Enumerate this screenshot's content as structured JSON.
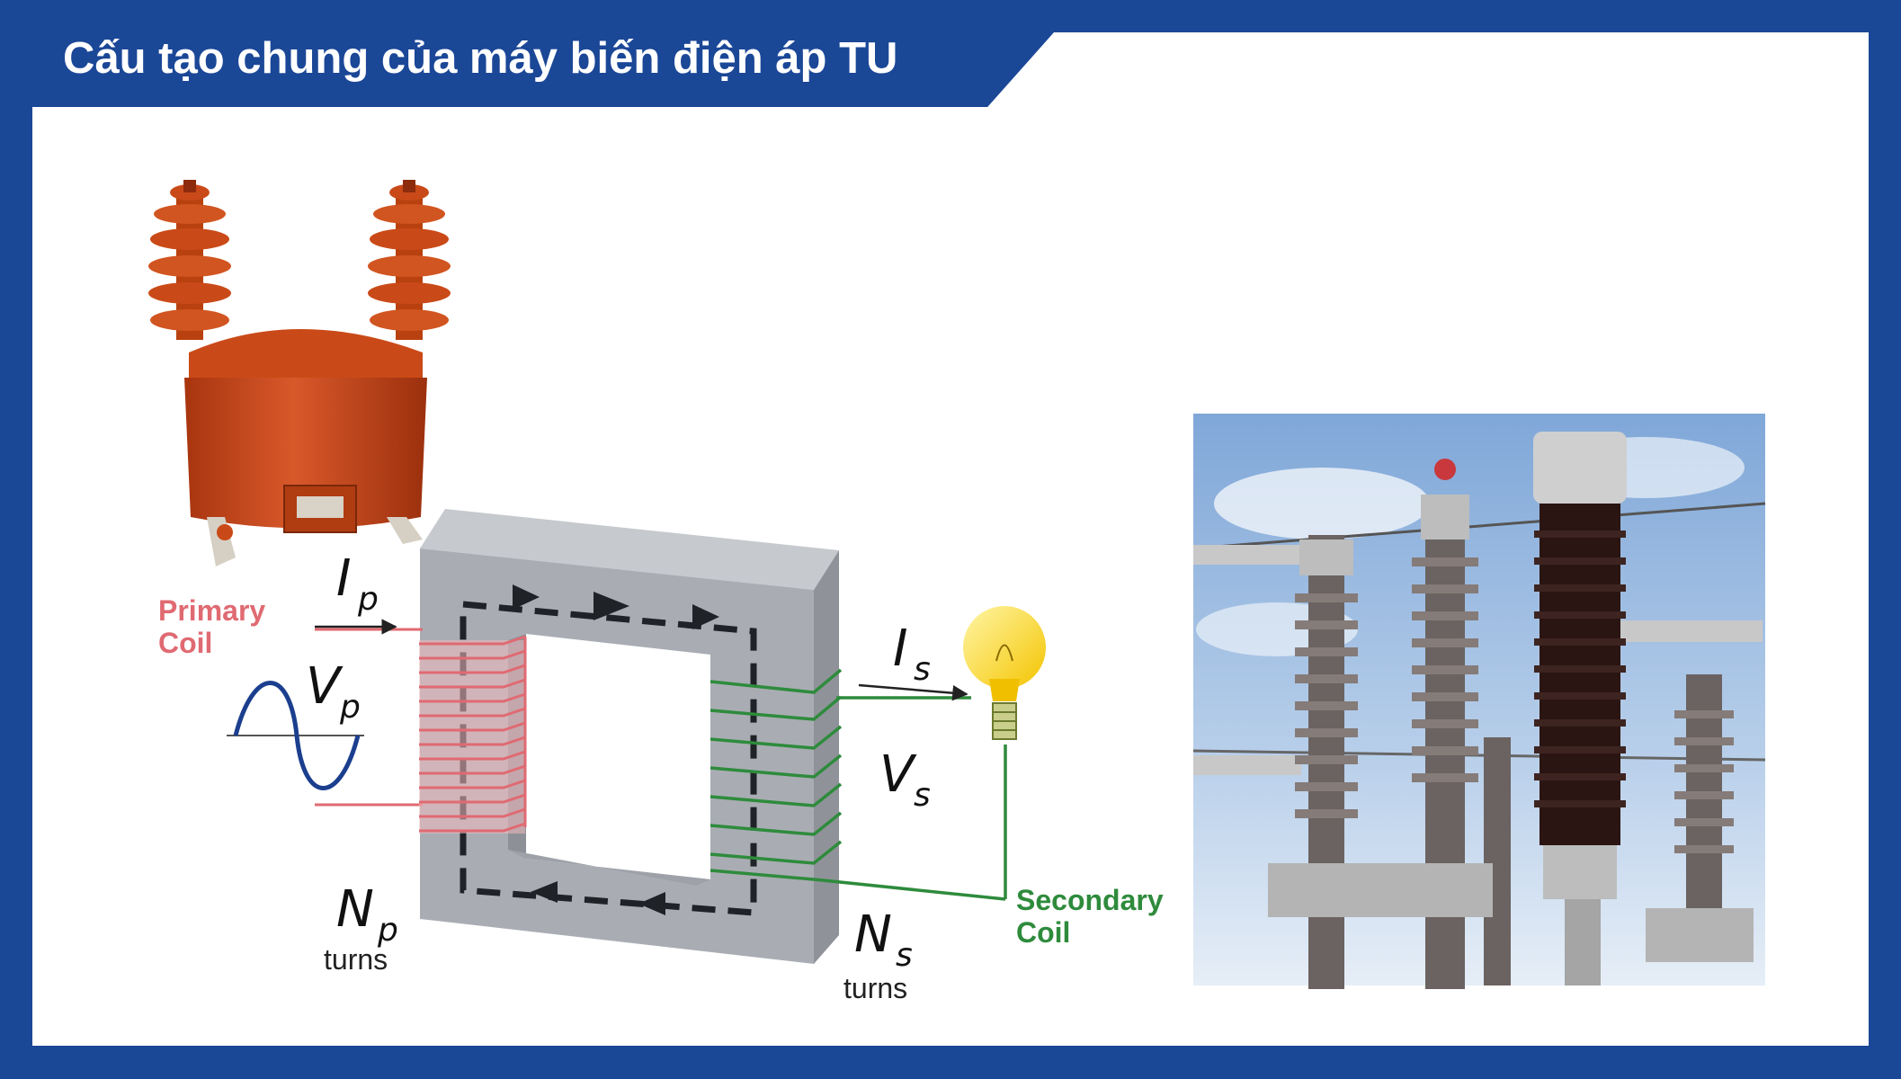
{
  "title": "Cấu tạo chung của máy biến điện áp TU",
  "colors": {
    "frame": "#1b4797",
    "primary_coil": "#e06a72",
    "secondary_coil": "#2e8b3c",
    "core": "#a9adb3",
    "transformer_body": "#c9461b"
  },
  "diagram": {
    "primary_label_line1": "Primary",
    "primary_label_line2": "Coil",
    "secondary_label_line1": "Secondary",
    "secondary_label_line2": "Coil",
    "ip_main": "I",
    "ip_sub": "p",
    "vp_main": "V",
    "vp_sub": "p",
    "is_main": "I",
    "is_sub": "s",
    "vs_main": "V",
    "vs_sub": "s",
    "np_main": "N",
    "np_sub": "p",
    "ns_main": "N",
    "ns_sub": "s",
    "turns_primary": "turns",
    "turns_secondary": "turns"
  },
  "icons": {
    "ac_source": "sine-wave-icon",
    "load": "light-bulb-icon",
    "flux": "flux-arrow-icon"
  }
}
